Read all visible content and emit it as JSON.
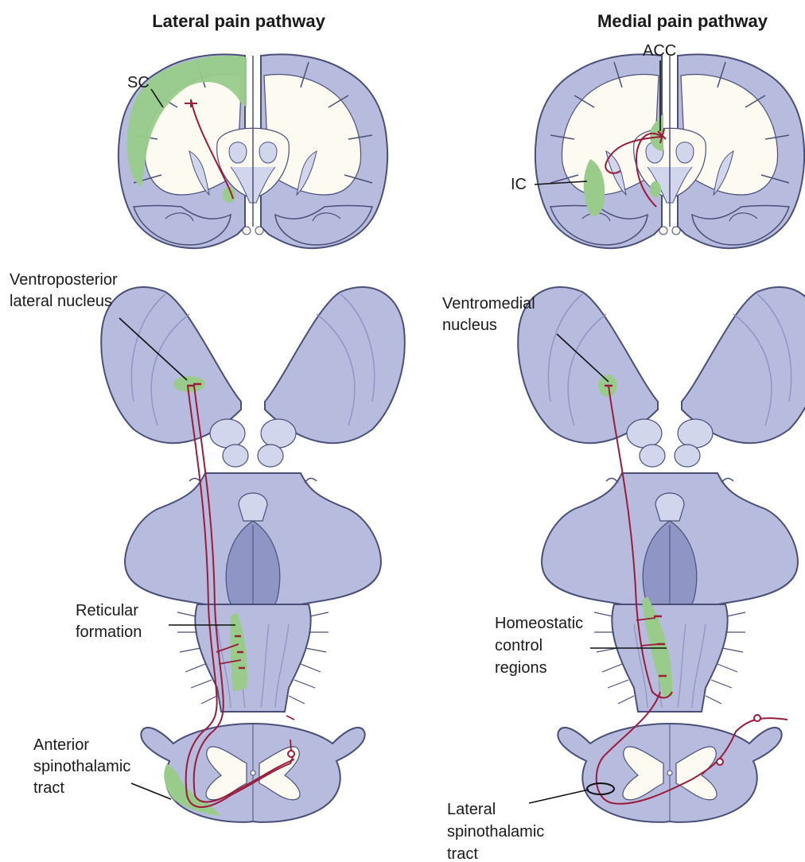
{
  "colors": {
    "tissue": "#b7bcde",
    "tissue_light": "#d2d6ec",
    "tissue_dark": "#8f95c4",
    "outline": "#4a4f7a",
    "white_matter": "#fdfbf1",
    "highlight": "#99cc8a",
    "pathway": "#9b1b3b",
    "leader": "#111111"
  },
  "panels": {
    "lateral": {
      "title": "Lateral pain pathway",
      "labels": {
        "sc": "SC",
        "thalamic_line1": "Ventroposterior",
        "thalamic_line2": "lateral nucleus",
        "brainstem_line1": "Reticular",
        "brainstem_line2": "formation",
        "tract_line1": "Anterior",
        "tract_line2": "spinothalamic",
        "tract_line3": "tract"
      }
    },
    "medial": {
      "title": "Medial pain pathway",
      "labels": {
        "acc": "ACC",
        "ic": "IC",
        "thalamic_line1": "Ventromedial",
        "thalamic_line2": "nucleus",
        "brainstem_line1": "Homeostatic",
        "brainstem_line2": "control",
        "brainstem_line3": "regions",
        "tract_line1": "Lateral",
        "tract_line2": "spinothalamic",
        "tract_line3": "tract"
      }
    }
  }
}
